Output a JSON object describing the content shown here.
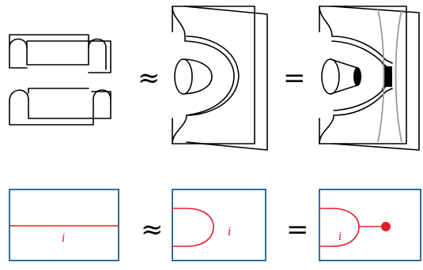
{
  "relations": {
    "top_approx": "≈",
    "top_equals": "=",
    "bottom_approx": "≈",
    "bottom_equals": "="
  },
  "labels": {
    "left_box_label": "i",
    "middle_box_label": "i",
    "right_box_label": "i"
  },
  "colors": {
    "box_border": "#2e6fa3",
    "strand": "#e0202a",
    "ink": "#000000",
    "slice_lines": "#9a9a9a"
  }
}
